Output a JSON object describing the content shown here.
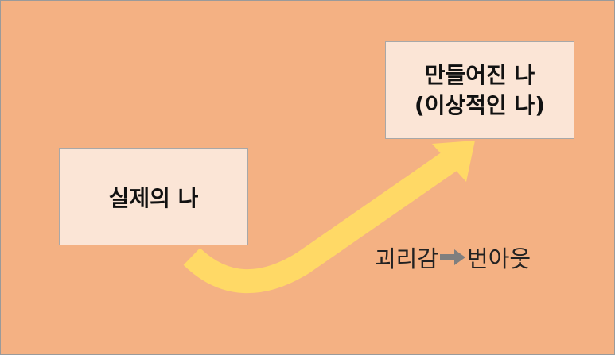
{
  "diagram": {
    "real_self_label": "실제의 나",
    "ideal_self_line1": "만들어진 나",
    "ideal_self_line2": "(이상적인 나)",
    "gap_label": "괴리감",
    "result_label": "번아웃",
    "colors": {
      "background": "#f4b183",
      "box_fill": "#fbe5d6",
      "curve_arrow": "#ffd966",
      "small_arrow": "#7f7f7f"
    },
    "icons": {
      "curve": "curved-arrow-icon",
      "transition": "right-arrow-icon"
    }
  }
}
